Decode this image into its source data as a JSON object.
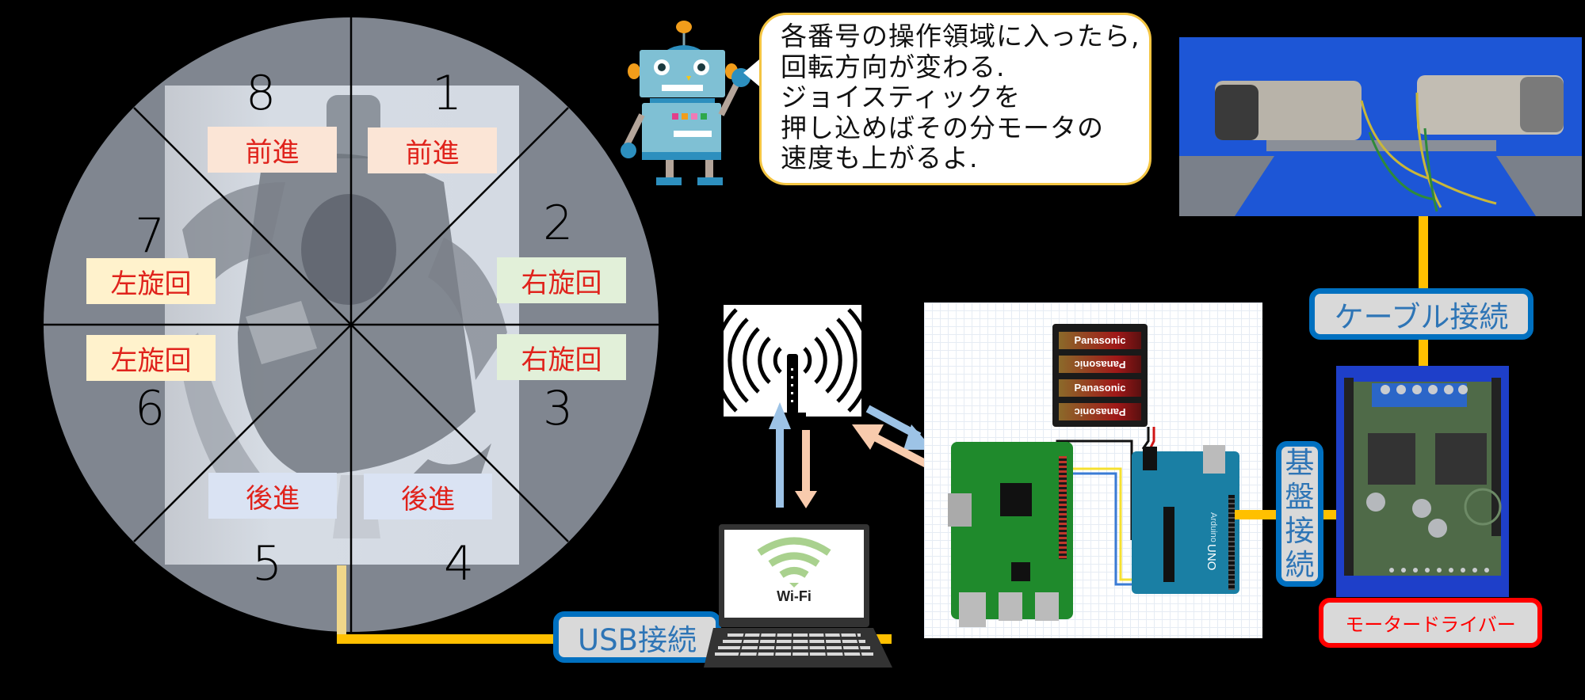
{
  "dial": {
    "segments": [
      {
        "number": "1",
        "action": "前進"
      },
      {
        "number": "2",
        "action": "右旋回"
      },
      {
        "number": "3",
        "action": "右旋回"
      },
      {
        "number": "4",
        "action": "後進"
      },
      {
        "number": "5",
        "action": "後進"
      },
      {
        "number": "6",
        "action": "左旋回"
      },
      {
        "number": "7",
        "action": "左旋回"
      },
      {
        "number": "8",
        "action": "前進"
      }
    ]
  },
  "speech_bubble": {
    "lines": [
      "各番号の操作領域に入ったら,",
      "回転方向が変わる.",
      "ジョイスティックを",
      "押し込めばその分モータの",
      "速度も上がるよ."
    ]
  },
  "connections": {
    "usb": "USB接続",
    "cable": "ケーブル接続",
    "board": [
      "基",
      "盤",
      "接",
      "続"
    ]
  },
  "laptop": {
    "screen_text": "Wi-Fi"
  },
  "circuit": {
    "battery_brand": "Panasonic",
    "board_text": "UNO",
    "board_brand": "Arduino"
  },
  "motor_driver": {
    "label": "モータードライバー"
  },
  "colors": {
    "cable": "#ffc000",
    "label_border": "#0070c0",
    "label_text": "#2e75b6",
    "driver_border": "#ff0000",
    "arrow_up": "#9dc3e6",
    "arrow_down": "#f8cbad",
    "dial_bg": "#808690",
    "action_text": "#e0231c"
  }
}
